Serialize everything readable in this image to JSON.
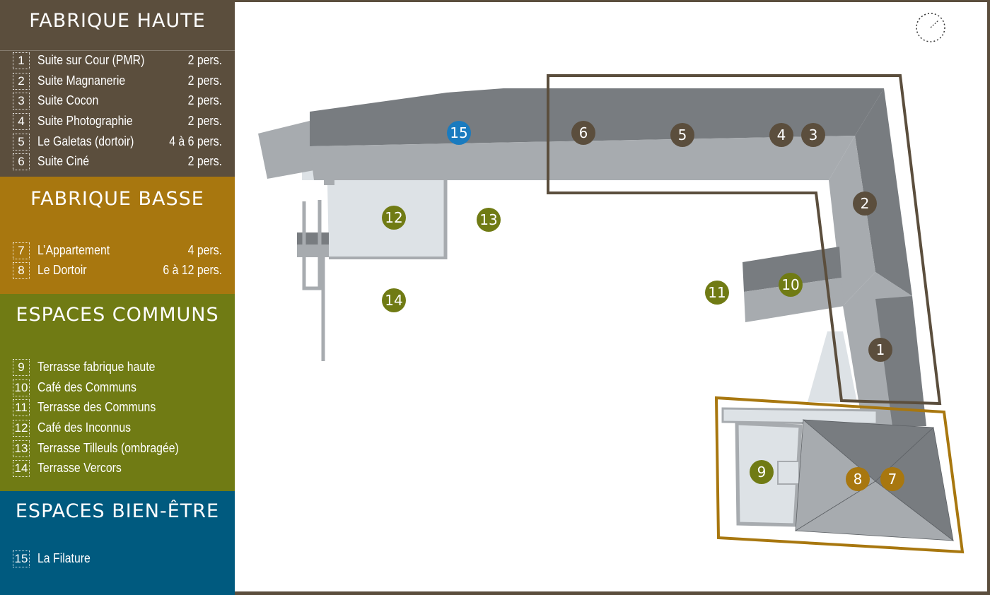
{
  "sections": [
    {
      "title": "FABRIQUE HAUTE",
      "color": "#5b4e3d",
      "items": [
        {
          "num": "1",
          "label": "Suite sur Cour (PMR)",
          "capacity": "2 pers."
        },
        {
          "num": "2",
          "label": "Suite Magnanerie",
          "capacity": "2 pers."
        },
        {
          "num": "3",
          "label": "Suite Cocon",
          "capacity": "2 pers."
        },
        {
          "num": "4",
          "label": "Suite Photographie",
          "capacity": "2 pers."
        },
        {
          "num": "5",
          "label": "Le Galetas (dortoir)",
          "capacity": "4 à 6 pers."
        },
        {
          "num": "6",
          "label": "Suite Ciné",
          "capacity": "2 pers."
        }
      ]
    },
    {
      "title": "FABRIQUE BASSE",
      "color": "#a8770f",
      "items": [
        {
          "num": "7",
          "label": "L’Appartement",
          "capacity": "4 pers."
        },
        {
          "num": "8",
          "label": "Le Dortoir",
          "capacity": "6 à 12 pers."
        }
      ]
    },
    {
      "title": "ESPACES COMMUNS",
      "color": "#707b14",
      "items": [
        {
          "num": "9",
          "label": "Terrasse fabrique haute",
          "capacity": ""
        },
        {
          "num": "10",
          "label": "Café des Communs",
          "capacity": ""
        },
        {
          "num": "11",
          "label": "Terrasse des Communs",
          "capacity": ""
        },
        {
          "num": "12",
          "label": "Café des Inconnus",
          "capacity": ""
        },
        {
          "num": "13",
          "label": "Terrasse Tilleuls (ombragée)",
          "capacity": ""
        },
        {
          "num": "14",
          "label": "Terrasse Vercors",
          "capacity": ""
        }
      ]
    },
    {
      "title": "ESPACES BIEN-ÊTRE",
      "color": "#005a7f",
      "items": [
        {
          "num": "15",
          "label": "La Filature",
          "capacity": ""
        }
      ]
    }
  ],
  "map": {
    "markers": [
      {
        "label": "1",
        "group": "fabrique-haute"
      },
      {
        "label": "2",
        "group": "fabrique-haute"
      },
      {
        "label": "3",
        "group": "fabrique-haute"
      },
      {
        "label": "4",
        "group": "fabrique-haute"
      },
      {
        "label": "5",
        "group": "fabrique-haute"
      },
      {
        "label": "6",
        "group": "fabrique-haute"
      },
      {
        "label": "7",
        "group": "fabrique-basse"
      },
      {
        "label": "8",
        "group": "fabrique-basse"
      },
      {
        "label": "9",
        "group": "espaces-communs"
      },
      {
        "label": "10",
        "group": "espaces-communs"
      },
      {
        "label": "11",
        "group": "espaces-communs"
      },
      {
        "label": "12",
        "group": "espaces-communs"
      },
      {
        "label": "13",
        "group": "espaces-communs"
      },
      {
        "label": "14",
        "group": "espaces-communs"
      },
      {
        "label": "15",
        "group": "espaces-bien-etre"
      }
    ],
    "colors": {
      "fabrique-haute": "#5b4e3d",
      "fabrique-basse": "#a8770f",
      "espaces-communs": "#707b14",
      "espaces-bien-etre": "#1a7bbf",
      "roof_dark": "#787c80",
      "roof_light": "#a7abaf",
      "courtyard": "#dde2e6"
    },
    "compass_icon": "compass-icon"
  }
}
